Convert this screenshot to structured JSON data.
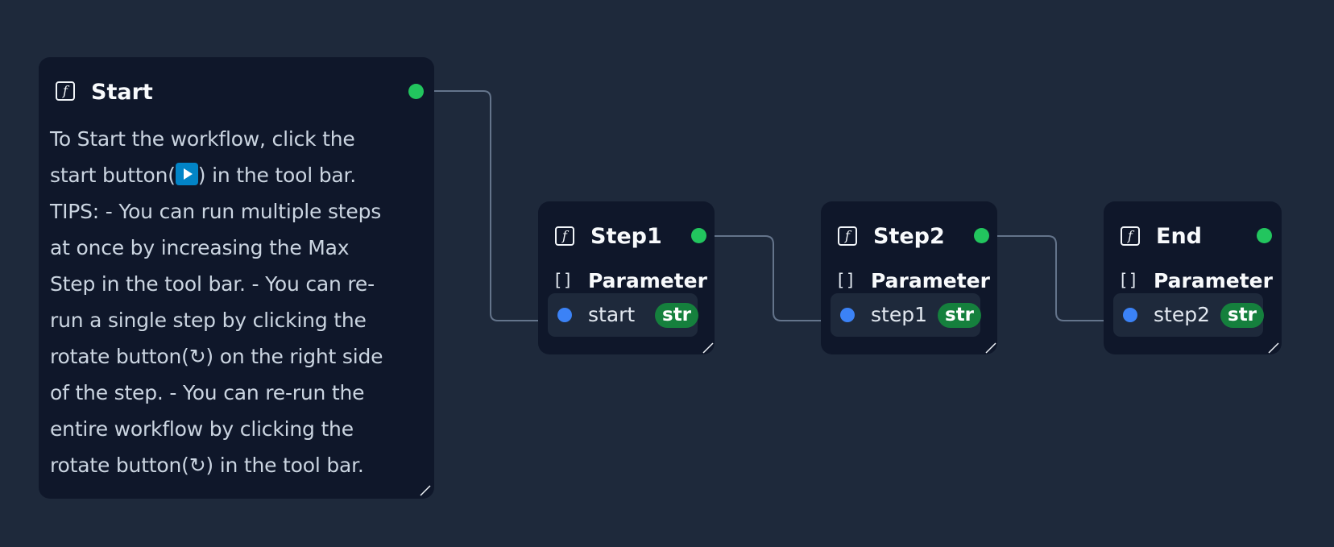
{
  "nodes": {
    "start": {
      "title": "Start",
      "icon": "function-icon",
      "description": {
        "line1": "To Start the workflow, click the",
        "line2_before": "start button(",
        "line2_icon": "play-button-icon",
        "line2_after": ") in the tool bar.",
        "line3": "TIPS: - You can run multiple steps",
        "line4": "at once by increasing the Max",
        "line5": "Step in the tool bar. - You can re-",
        "line6": "run a single step by clicking the",
        "line7": "rotate button(↻) on the right side",
        "line8": "of the step. - You can re-run the",
        "line9": "entire workflow by clicking the",
        "line10": "rotate button(↻) in the tool bar."
      }
    },
    "step1": {
      "title": "Step1",
      "icon": "function-icon",
      "param_section": "Parameter",
      "param_icon": "[]",
      "param_name": "start",
      "param_type": "str"
    },
    "step2": {
      "title": "Step2",
      "icon": "function-icon",
      "param_section": "Parameter",
      "param_icon": "[]",
      "param_name": "step1",
      "param_type": "str"
    },
    "end": {
      "title": "End",
      "icon": "function-icon",
      "param_section": "Parameter",
      "param_icon": "[]",
      "param_name": "step2",
      "param_type": "str"
    }
  },
  "edges": [
    {
      "from": "start",
      "to": "step1"
    },
    {
      "from": "step1",
      "to": "step2"
    },
    {
      "from": "step2",
      "to": "end"
    }
  ],
  "colors": {
    "background": "#1e293b",
    "node": "#0f172a",
    "output_handle": "#22c55e",
    "input_handle": "#3b82f6",
    "type_badge": "#15803d",
    "edge": "#64748b",
    "play_button": "#0284c7"
  }
}
